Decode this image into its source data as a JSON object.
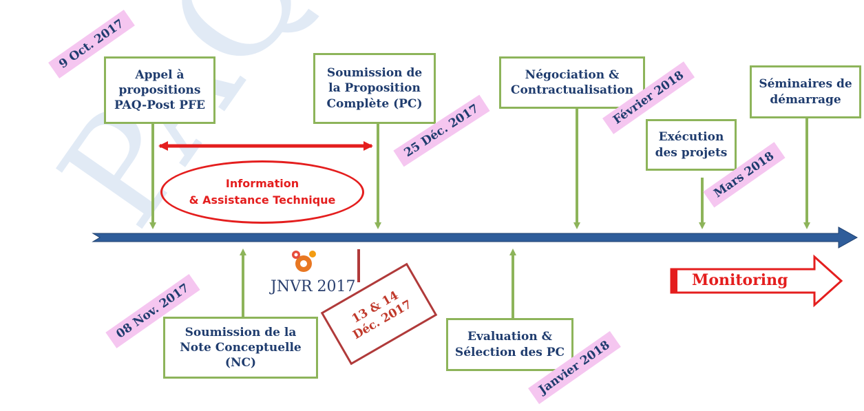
{
  "watermark": "PAQ-I",
  "steps_top": [
    {
      "id": "appel",
      "label": "Appel à\npropositions\nPAQ-Post PFE"
    },
    {
      "id": "soumission_pc",
      "label": "Soumission de\nla Proposition\nComplète (PC)"
    },
    {
      "id": "negociation",
      "label": "Négociation &\nContractualisation"
    },
    {
      "id": "execution",
      "label": "Exécution\ndes projets"
    },
    {
      "id": "seminaires",
      "label": "Séminaires de\ndémarrage"
    }
  ],
  "steps_bottom": [
    {
      "id": "soumission_nc",
      "label": "Soumission de la\nNote Conceptuelle\n(NC)"
    },
    {
      "id": "evaluation",
      "label": "Evaluation &\nSélection des PC"
    }
  ],
  "dates": {
    "d1": "9 Oct. 2017",
    "d2": "25 Déc. 2017",
    "d3": "Février 2018",
    "d4": "Mars 2018",
    "d5": "08 Nov. 2017",
    "d6": "Janvier 2018"
  },
  "info": "Information\n& Assistance Technique",
  "event": {
    "dates": "13 & 14\nDéc. 2017",
    "logo_text": "JNVR 2017"
  },
  "monitoring": "Monitoring",
  "colors": {
    "timeline": "#2f5d9a",
    "box_border": "#8db45a",
    "arrow_green": "#8db45a",
    "red": "#e41e1e",
    "date_bg": "#f5c6f0",
    "text": "#1f3c6e"
  }
}
